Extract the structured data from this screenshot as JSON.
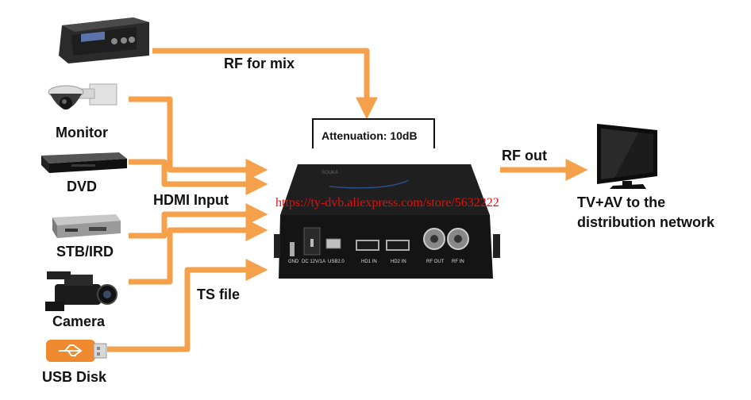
{
  "devices": {
    "monitor_label": "Monitor",
    "dvd_label": "DVD",
    "stb_label": "STB/IRD",
    "camera_label": "Camera",
    "usb_label": "USB Disk",
    "tv_label_line1": "TV+AV to the",
    "tv_label_line2": "distribution network"
  },
  "signals": {
    "rf_mix": "RF for mix",
    "hdmi_input": "HDMI Input",
    "ts_file": "TS file",
    "rf_out": "RF out"
  },
  "attenuation": "Attenuation: 10dB",
  "watermark": "https://ty-dvb.aliexpress.com/store/5632222",
  "ports": {
    "gnd": "GND",
    "dc": "DC 12V/1A",
    "usb": "USB2.0",
    "hd1": "HD1 IN",
    "hd2": "HD2 IN",
    "rf_out": "RF OUT",
    "rf_in": "RF IN"
  },
  "colors": {
    "arrow": "#f5a04a"
  }
}
